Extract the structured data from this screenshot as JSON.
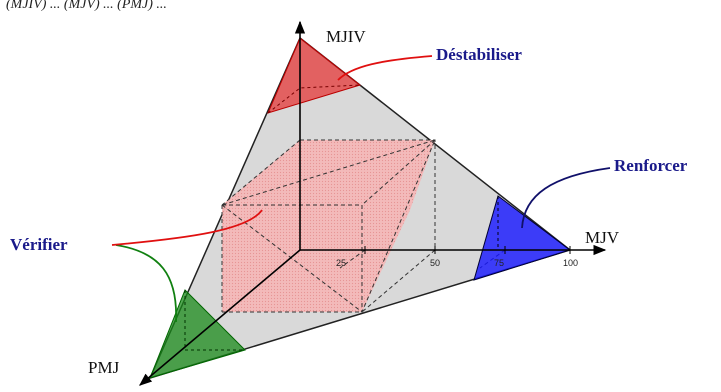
{
  "header_strip": "(MJIV) ... (MJV) ... (PMJ) ...",
  "axes": {
    "x_label": "MJV",
    "y_label": "MJIV",
    "z_label": "PMJ",
    "x_ticks": [
      "25",
      "50",
      "75",
      "100"
    ]
  },
  "zones": {
    "destabiliser": {
      "label": "Déstabiliser",
      "color": "#e02020",
      "label_color": "#1a1a8a"
    },
    "renforcer": {
      "label": "Renforcer",
      "color": "#1a1aff",
      "label_color": "#1a1a8a"
    },
    "verifier": {
      "label": "Vérifier",
      "color": "#1a8a1a",
      "label_color": "#1a1a8a"
    }
  },
  "colors": {
    "simplex_fill": "#d9d9d9",
    "simplex_edge": "#222222",
    "central_region": "#f2b0b0",
    "axis": "#000000",
    "leader_red": "#e01010",
    "leader_blue": "#10106a",
    "leader_green": "#108010"
  }
}
